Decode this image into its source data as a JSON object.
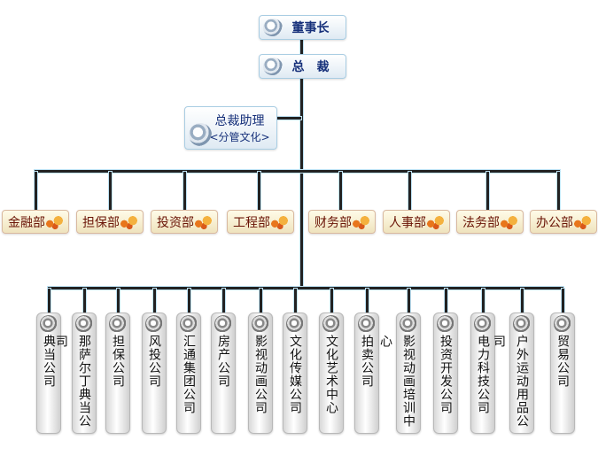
{
  "chairman": "董事长",
  "president": "总　裁",
  "assistant": {
    "title": "总裁助理",
    "note": "<分管文化>"
  },
  "departments": [
    "金融部",
    "担保部",
    "投资部",
    "工程部",
    "财务部",
    "人事部",
    "法务部",
    "办公部"
  ],
  "subsidiaries": [
    "典当公司",
    "那萨尔丁典当公司",
    "担保公司",
    "风投公司",
    "汇通集团公司",
    "房产公司",
    "影视动画公司",
    "文化传媒公司",
    "文化艺术中心",
    "拍卖公司",
    "影视动画培训中心",
    "投资开发公司",
    "电力科技公司",
    "户外运动用品公司",
    "贸易公司"
  ]
}
